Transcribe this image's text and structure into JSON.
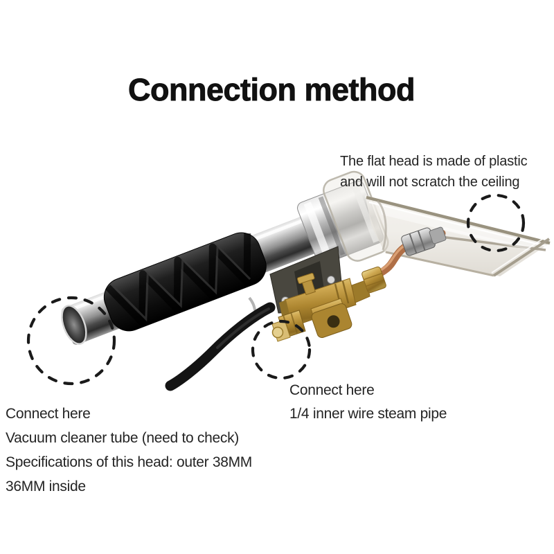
{
  "title": "Connection method",
  "callouts": {
    "plastic_head": {
      "lines": [
        "The flat head is made of plastic",
        "and will not scratch the ceiling"
      ]
    },
    "steam_pipe": {
      "lines": [
        "Connect here",
        "1/4 inner wire steam pipe"
      ]
    },
    "vacuum_tube": {
      "lines": [
        "Connect here",
        "Vacuum cleaner tube (need to check)",
        "Specifications of this head: outer 38MM",
        "36MM inside"
      ]
    }
  },
  "colors": {
    "background": "#ffffff",
    "title": "#111111",
    "body_text": "#242424",
    "dash_circle": "#1a1a1a",
    "brass": "#c9a550",
    "copper": "#b06f46",
    "steel": "#9c9c9c",
    "chrome": "#d9d9d9",
    "grip": "#171717",
    "clear_head": "#d8d3c8"
  }
}
